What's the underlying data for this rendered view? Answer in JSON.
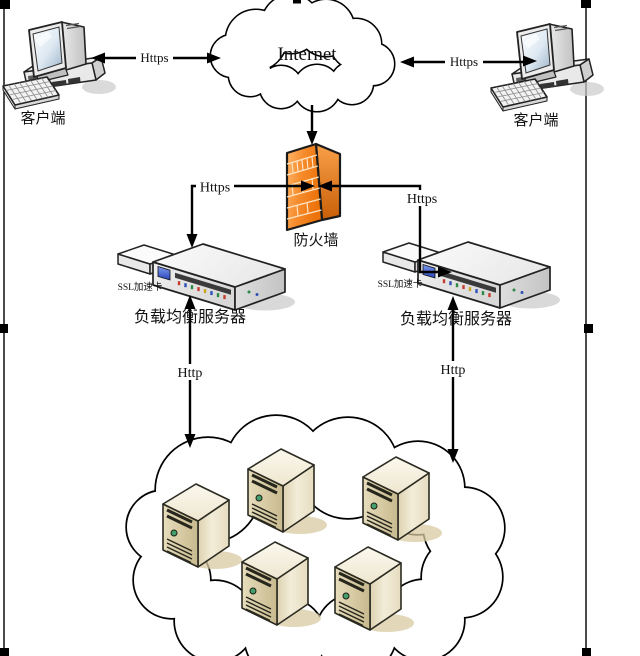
{
  "diagram": {
    "internet": {
      "label": "Internet"
    },
    "client_left": {
      "label": "客户端"
    },
    "client_right": {
      "label": "客户端"
    },
    "firewall": {
      "label": "防火墙"
    },
    "lb_left": {
      "label": "负载均衡服务器",
      "ssl_card": "SSL加速卡"
    },
    "lb_right": {
      "label": "负载均衡服务器",
      "ssl_card": "SSL加速卡"
    },
    "links": {
      "client_left_to_internet": "Https",
      "client_right_to_internet": "Https",
      "firewall_to_lb_left": "Https",
      "firewall_to_lb_right": "Https",
      "lb_left_to_cluster": "Http",
      "lb_right_to_cluster": "Http"
    },
    "cluster": {
      "server_count": 5
    },
    "colors": {
      "firewall_orange": "#F0801A",
      "tower_tan": "#DACCA4",
      "server_gray": "#E6E6E6",
      "screen_blue": "#3B5BD6",
      "line_black": "#000000"
    }
  }
}
